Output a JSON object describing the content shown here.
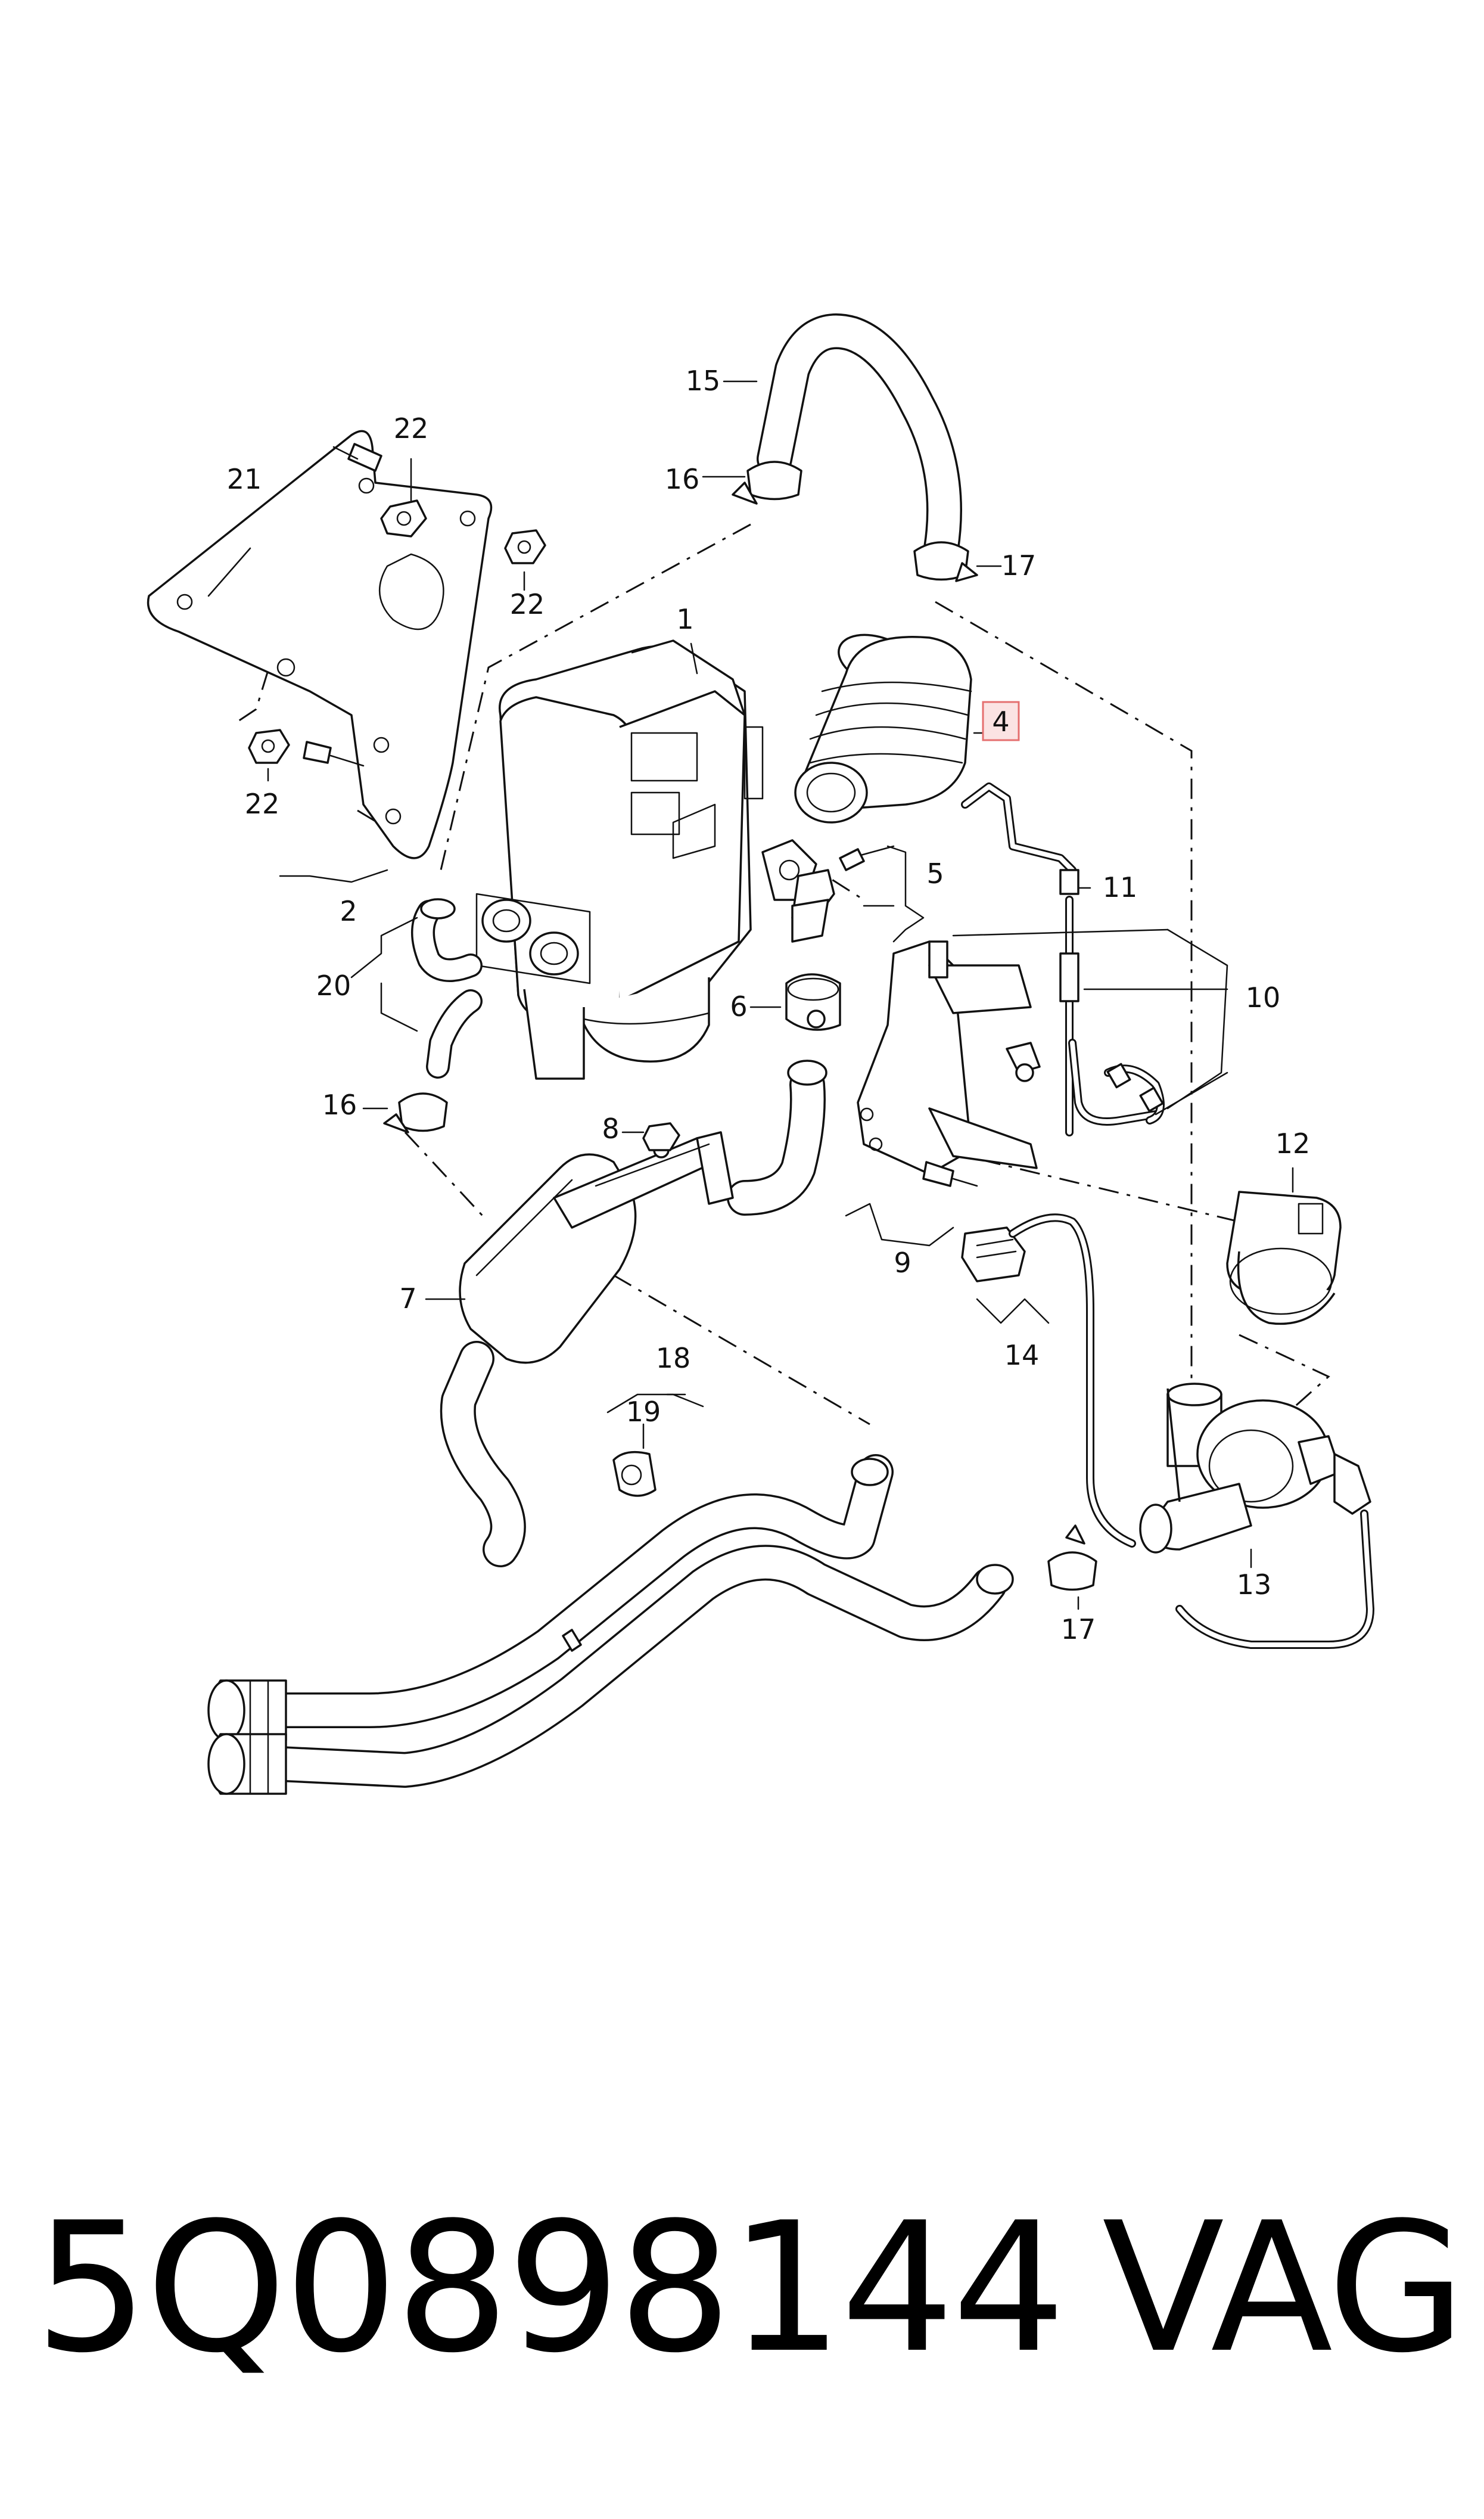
{
  "callouts": [
    {
      "id": "c1",
      "text": "1"
    },
    {
      "id": "c2",
      "text": "2"
    },
    {
      "id": "c4",
      "text": "4"
    },
    {
      "id": "c5",
      "text": "5"
    },
    {
      "id": "c6",
      "text": "6"
    },
    {
      "id": "c7",
      "text": "7"
    },
    {
      "id": "c8",
      "text": "8"
    },
    {
      "id": "c9",
      "text": "9"
    },
    {
      "id": "c10",
      "text": "10"
    },
    {
      "id": "c11",
      "text": "11"
    },
    {
      "id": "c12",
      "text": "12"
    },
    {
      "id": "c13",
      "text": "13"
    },
    {
      "id": "c14",
      "text": "14"
    },
    {
      "id": "c15",
      "text": "15"
    },
    {
      "id": "c16a",
      "text": "16"
    },
    {
      "id": "c16b",
      "text": "16"
    },
    {
      "id": "c17a",
      "text": "17"
    },
    {
      "id": "c17b",
      "text": "17"
    },
    {
      "id": "c18",
      "text": "18"
    },
    {
      "id": "c19",
      "text": "19"
    },
    {
      "id": "c20",
      "text": "20"
    },
    {
      "id": "c21",
      "text": "21"
    },
    {
      "id": "c22a",
      "text": "22"
    },
    {
      "id": "c22b",
      "text": "22"
    },
    {
      "id": "c22c",
      "text": "22"
    }
  ],
  "highlighted_callout": "4",
  "highlight_color": "#e56f6f",
  "footer": {
    "part_number": "5Q0898144",
    "brand": "VAG"
  }
}
